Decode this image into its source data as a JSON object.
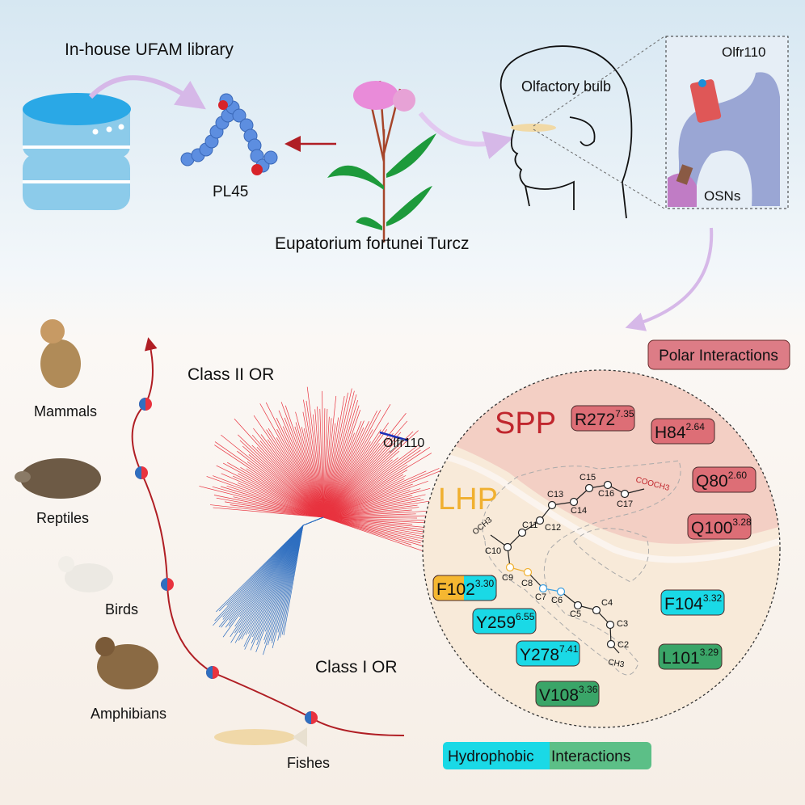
{
  "top": {
    "library_label": "In-house UFAM library",
    "compound_label": "PL45",
    "plant_label": "Eupatorium fortunei Turcz",
    "olfactory_label": "Olfactory bulb",
    "receptor_label": "Olfr110",
    "osn_label": "OSNs"
  },
  "tree": {
    "class2_label": "Class II OR",
    "class1_label": "Class I OR",
    "highlight_label": "Olfr110",
    "class2_color": "#e8333f",
    "class1_color": "#2f6fc0"
  },
  "evolution": {
    "species": [
      "Mammals",
      "Reptiles",
      "Birds",
      "Amphibians",
      "Fishes"
    ]
  },
  "pocket": {
    "polar_label": "Polar Interactions",
    "hydrophobic_label_a": "Hydrophobic",
    "hydrophobic_label_b": "Interactions",
    "spp_label": "SPP",
    "lhp_label": "LHP",
    "colors": {
      "polar": "#dd6e76",
      "hydrophobic": "#1ad9e6",
      "vdw": "#3aa568",
      "pi": "#f5b731",
      "spp_bg": "#f3cfc4",
      "lhp_bg": "#f8ead9"
    },
    "residues": [
      {
        "name": "R272",
        "sup": "7.35",
        "type": "polar"
      },
      {
        "name": "H84",
        "sup": "2.64",
        "type": "polar"
      },
      {
        "name": "Q80",
        "sup": "2.60",
        "type": "polar"
      },
      {
        "name": "Q100",
        "sup": "3.28",
        "type": "polar"
      },
      {
        "name": "F102",
        "sup": "3.30",
        "type": "pi-hydrophobic"
      },
      {
        "name": "Y259",
        "sup": "6.55",
        "type": "hydrophobic"
      },
      {
        "name": "Y278",
        "sup": "7.41",
        "type": "hydrophobic"
      },
      {
        "name": "V108",
        "sup": "3.36",
        "type": "vdw"
      },
      {
        "name": "F104",
        "sup": "3.32",
        "type": "hydrophobic"
      },
      {
        "name": "L101",
        "sup": "3.29",
        "type": "vdw"
      }
    ],
    "atoms": [
      "C2",
      "C3",
      "C4",
      "C5",
      "C6",
      "C7",
      "C8",
      "C9",
      "C10",
      "C11",
      "C12",
      "C13",
      "C14",
      "C15",
      "C16",
      "C17"
    ],
    "groups": {
      "ester": "COOCH3",
      "methoxy": "OCH3",
      "methyl": "CH3"
    }
  }
}
